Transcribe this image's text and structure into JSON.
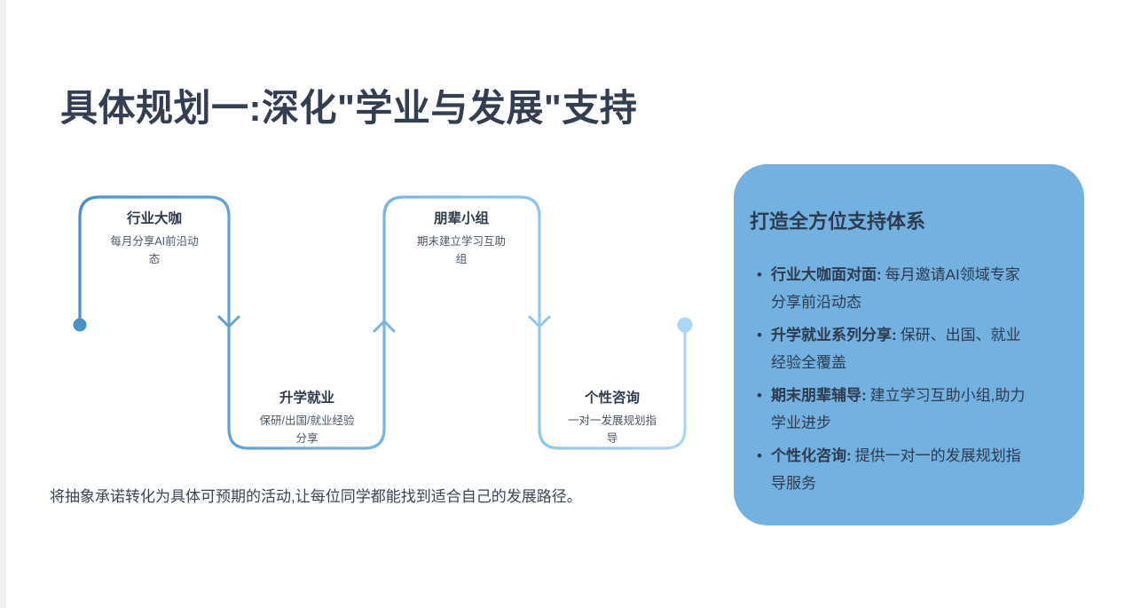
{
  "slide": {
    "title": "具体规划一:深化\"学业与发展\"支持",
    "footer": "将抽象承诺转化为具体可预期的活动,让每位同学都能找到适合自己的发展路径。"
  },
  "colors": {
    "background": "#ffffff",
    "edge_strip": "#edeff1",
    "heading_text": "#333e50",
    "panel_bg": "#73b1e1",
    "panel_text": "#2e3b4e",
    "line_start": "#4a90c9",
    "line_end": "#a9d7f5",
    "node_desc_text": "#4d5666"
  },
  "timeline": {
    "nodes": [
      {
        "title": "行业大咖",
        "desc": "每月分享AI前沿动\n态"
      },
      {
        "title": "升学就业",
        "desc": "保研/出国/就业经验\n分享"
      },
      {
        "title": "朋辈小组",
        "desc": "期末建立学习互助\n组"
      },
      {
        "title": "个性咨询",
        "desc": "一对一发展规划指\n导"
      }
    ]
  },
  "panel": {
    "title": "打造全方位支持体系",
    "bullet_marker": "•",
    "bullets": [
      {
        "lead": "行业大咖面对面:",
        "text": "每月邀请AI领域专家分享前沿动态"
      },
      {
        "lead": "升学就业系列分享:",
        "text": "保研、出国、就业经验全覆盖"
      },
      {
        "lead": "期末朋辈辅导:",
        "text": "建立学习互助小组,助力学业进步"
      },
      {
        "lead": "个性化咨询:",
        "text": "提供一对一的发展规划指导服务"
      }
    ]
  }
}
